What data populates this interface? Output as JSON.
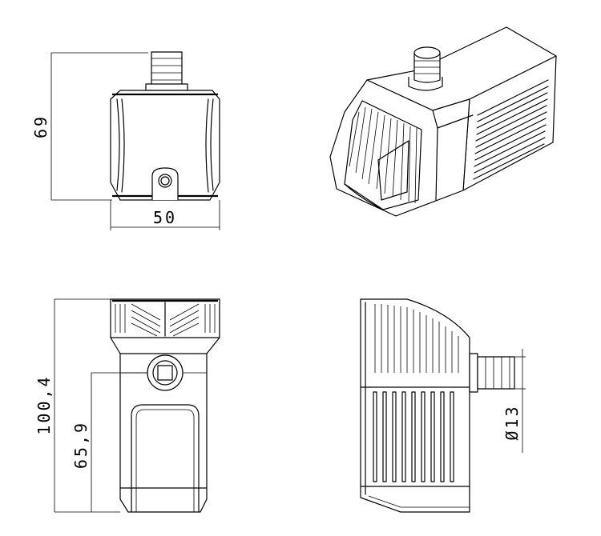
{
  "drawing": {
    "front_view": {
      "height_label": "69",
      "width_label": "50"
    },
    "bottom_view": {
      "length_label": "100,4",
      "outlet_offset_label": "65,9"
    },
    "side_view": {
      "outlet_diameter_label": "Ø13"
    }
  }
}
